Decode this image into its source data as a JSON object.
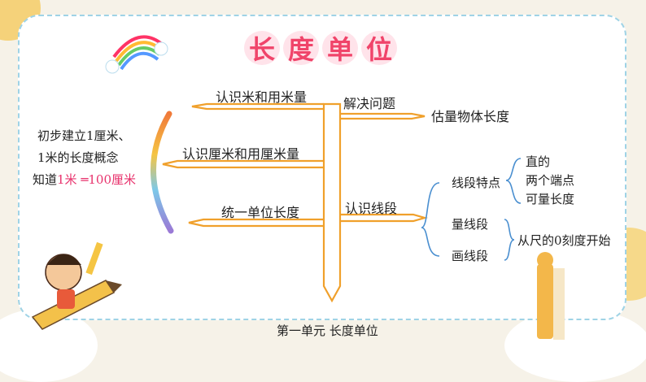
{
  "title_chars": [
    "长",
    "度",
    "单",
    "位"
  ],
  "left_note": {
    "line1": "初步建立1厘米、",
    "line2": "1米的长度概念",
    "line3_prefix": "知道",
    "line3_highlight": "1米 ═100厘米"
  },
  "branches": {
    "b1": "认识米和用米量",
    "b2": "认识厘米和用厘米量",
    "b3": "统一单位长度",
    "r1": "解决问题",
    "r1_leaf": "估量物体长度",
    "r2": "认识线段"
  },
  "segment": {
    "features": "线段特点",
    "feat_items": [
      "直的",
      "两个端点",
      "可量长度"
    ],
    "measure": "量线段",
    "draw": "画线段",
    "from_zero": "从尺的0刻度开始"
  },
  "footer": "第一单元 长度单位",
  "colors": {
    "arrow": "#f0a02b",
    "title": "#f0446a",
    "highlight": "#e8336d",
    "border": "#9fd3e6"
  }
}
